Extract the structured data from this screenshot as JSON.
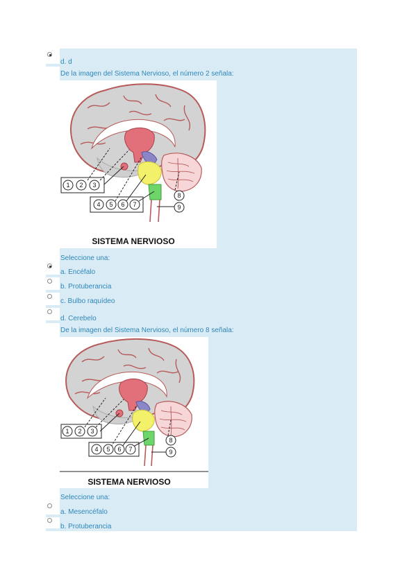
{
  "q1_answer_d": "d. d",
  "q2": {
    "prompt": "De la imagen del Sistema Nervioso, el número 2 señala:",
    "figure_caption": "SISTEMA NERVIOSO",
    "figure_numbers": [
      "1",
      "2",
      "3",
      "4",
      "5",
      "6",
      "7",
      "8",
      "9"
    ],
    "select_label": "Seleccione una:",
    "options": [
      "a. Encéfalo",
      "b. Protuberancia",
      "c. Bulbo raquídeo",
      "d. Cerebelo"
    ],
    "selected_index": 0
  },
  "q3": {
    "prompt": "De la imagen del Sistema Nervioso, el número 8 señala:",
    "figure_caption": "SISTEMA NERVIOSO",
    "figure_numbers": [
      "1",
      "2",
      "3",
      "4",
      "5",
      "6",
      "7",
      "8",
      "9"
    ],
    "select_label": "Seleccione una:",
    "options": [
      "a. Mesencéfalo",
      "b. Protuberancia"
    ],
    "selected_index": null
  }
}
